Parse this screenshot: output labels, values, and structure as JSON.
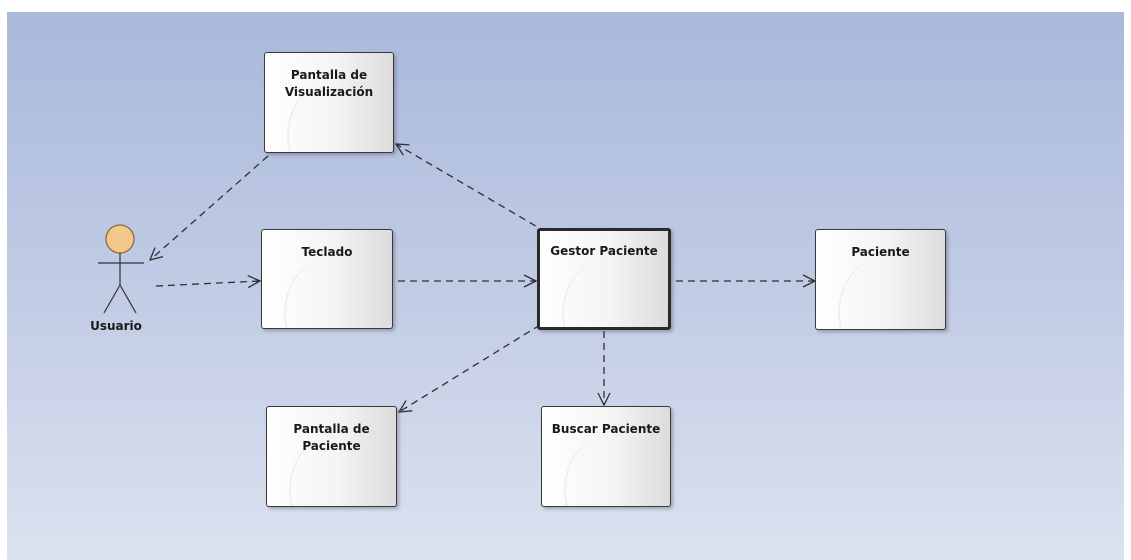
{
  "diagram": {
    "nodes": [
      {
        "id": "pantalla-visualizacion",
        "label": "Pantalla de\nVisualización"
      },
      {
        "id": "teclado",
        "label": "Teclado"
      },
      {
        "id": "gestor-paciente",
        "label": "Gestor Paciente",
        "selected": true
      },
      {
        "id": "paciente",
        "label": "Paciente"
      },
      {
        "id": "pantalla-paciente",
        "label": "Pantalla de\nPaciente"
      },
      {
        "id": "buscar-paciente",
        "label": "Buscar Paciente"
      }
    ],
    "actor": {
      "label": "Usuario"
    },
    "edges": [
      {
        "from": "usuario",
        "to": "teclado",
        "style": "dashed-open-arrow"
      },
      {
        "from": "teclado",
        "to": "gestor-paciente",
        "style": "dashed-open-arrow"
      },
      {
        "from": "gestor-paciente",
        "to": "paciente",
        "style": "dashed-open-arrow"
      },
      {
        "from": "gestor-paciente",
        "to": "pantalla-visualizacion",
        "style": "dashed-open-arrow"
      },
      {
        "from": "pantalla-visualizacion",
        "to": "usuario",
        "style": "dashed-open-arrow"
      },
      {
        "from": "gestor-paciente",
        "to": "pantalla-paciente",
        "style": "dashed-open-arrow"
      },
      {
        "from": "gestor-paciente",
        "to": "buscar-paciente",
        "style": "dashed-open-arrow"
      }
    ],
    "colors": {
      "background_top": "#a9b9db",
      "background_bottom": "#dce2ef",
      "actor_head": "#f2c98a",
      "line": "#2f2f2f"
    }
  }
}
